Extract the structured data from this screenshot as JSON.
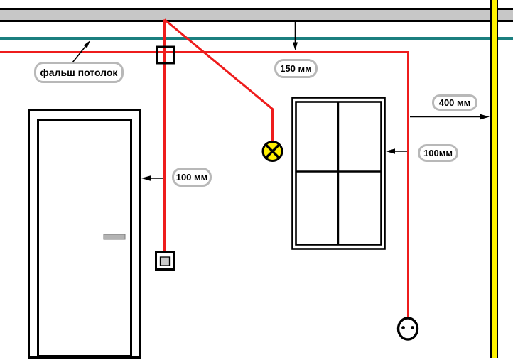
{
  "diagram": {
    "kind": "room electrical wiring plan",
    "labels": {
      "false_ceiling": "фальш потолок",
      "dim_ceiling_offset": "150 мм",
      "dim_riser_offset": "400 мм",
      "dim_window_offset": "100мм",
      "dim_door_offset": "100 мм"
    },
    "colors": {
      "wire_red": "#ee1c1c",
      "false_ceiling_teal": "#1b7f7f",
      "ceiling_gray": "#c7c7c7",
      "riser_yellow": "#fff200",
      "lamp_yellow": "#ffef00",
      "label_border_gray": "#b8b8b8"
    },
    "symbols": [
      "ceiling-band",
      "false-ceiling-line",
      "wire-main-run",
      "wire-switch-drop",
      "wire-lamp-branch",
      "junction-box",
      "switch",
      "lamp",
      "socket",
      "door",
      "door-handle",
      "window",
      "riser-column"
    ]
  }
}
